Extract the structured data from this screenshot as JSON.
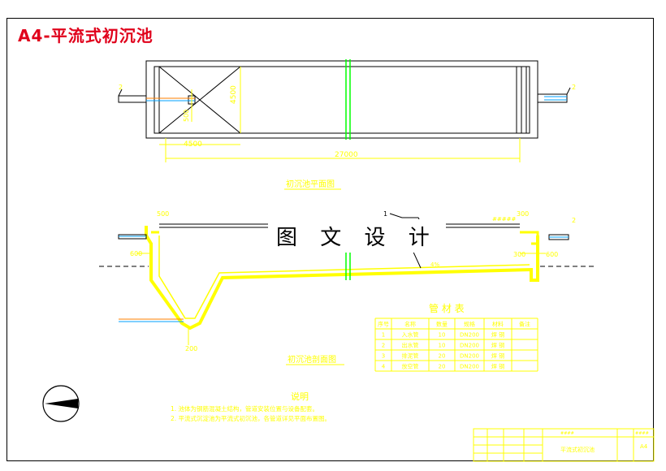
{
  "title": "A4-平流式初沉池",
  "watermark": "图 文 设 计",
  "plan": {
    "caption": "初沉池平面图",
    "dims": {
      "length": "27000",
      "width": "4500",
      "hopper": "4500",
      "inner": "500"
    },
    "pipe_marks": {
      "left": "2",
      "right": "2"
    }
  },
  "section": {
    "caption": "初沉池剖面图",
    "dims": {
      "left_top": "500",
      "left_depth": "600",
      "bottom": "200",
      "right_top": "300",
      "right_step": "300",
      "right_depth": "600",
      "slope": "4%"
    },
    "callout": "1",
    "right_mark": "2",
    "right_note": "#####"
  },
  "pipe_table": {
    "title": "管 材 表",
    "headers": [
      "序号",
      "名称",
      "数量",
      "规格",
      "材料",
      "备注"
    ],
    "rows": [
      [
        "1",
        "入水管",
        "10",
        "DN200",
        "焊 钢",
        ""
      ],
      [
        "2",
        "出水管",
        "10",
        "DN200",
        "焊 钢",
        ""
      ],
      [
        "3",
        "排泥管",
        "20",
        "DN200",
        "焊 钢",
        ""
      ],
      [
        "4",
        "放空管",
        "20",
        "DN200",
        "焊 钢",
        ""
      ]
    ]
  },
  "notes": {
    "heading": "说明",
    "lines": [
      "1. 池体为钢筋混凝土结构，管道安装位置与设备配套。",
      "2. 平流式沉淀池为平流式初沉池，各管道详见平面布置图。"
    ]
  },
  "title_block": {
    "project": "####",
    "drawing": "平流式初沉池",
    "scale": "####",
    "sheet": "A4"
  },
  "colors": {
    "structure": "#ffff00",
    "lines": "#000000",
    "title": "#e0001b",
    "dims": "#ffff00",
    "pipe": "#ff7f00",
    "cyan": "#00a0ff",
    "green": "#00ff00"
  }
}
